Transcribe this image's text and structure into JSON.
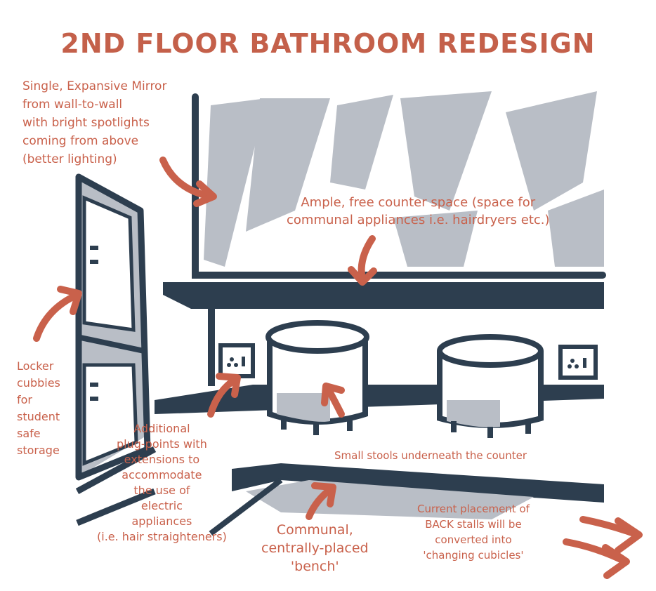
{
  "title": "2ND FLOOR BATHROOM REDESIGN",
  "annotations": {
    "mirror": [
      "Single, Expansive Mirror",
      "from wall-to-wall",
      "with bright spotlights",
      "coming from above",
      "(better lighting)"
    ],
    "counter": [
      "Ample, free counter space (space for",
      "communal appliances i.e. hairdryers etc.)"
    ],
    "lockers": [
      "Locker",
      "cubbies",
      "for",
      "student",
      "safe",
      "storage"
    ],
    "plugs": [
      "Additional",
      "plug-points with",
      "extensions to",
      "accommodate",
      "the use of",
      "electric",
      "appliances",
      "(i.e. hair straighteners)"
    ],
    "stools": "Small stools underneath the counter",
    "bench": [
      "Communal,",
      "centrally-placed",
      "'bench'"
    ],
    "stalls": [
      "Current placement of",
      "BACK stalls will be",
      "converted into",
      "'changing cubicles'"
    ]
  },
  "colors": {
    "ink": "#2d3e4f",
    "accent": "#c9614b",
    "shade": "#b9bec6"
  }
}
